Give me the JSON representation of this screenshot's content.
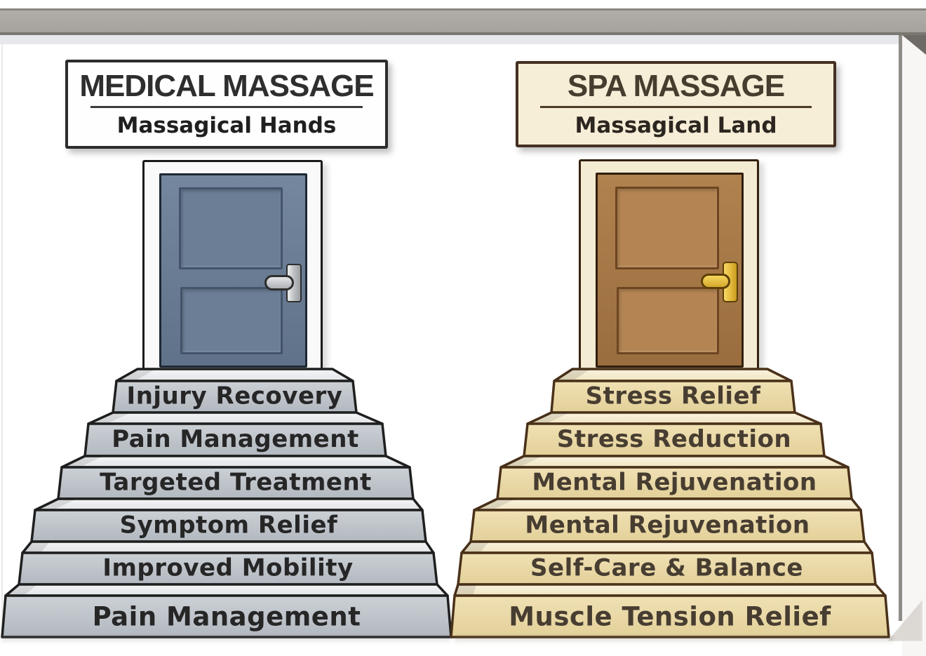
{
  "left_panel": {
    "sign": {
      "title": "MEDICAL MASSAGE",
      "subtitle": "Massagical Hands"
    },
    "door": {
      "color": "#6b7e96",
      "frame_color": "#f9f9f9",
      "handle_color": "#c9ccd0"
    },
    "steps": [
      "Injury Recovery",
      "Pain Management",
      "Targeted Treatment",
      "Symptom Relief",
      "Improved Mobility",
      "Pain Management"
    ]
  },
  "right_panel": {
    "sign": {
      "title": "SPA MASSAGE",
      "subtitle": "Massagical Land"
    },
    "door": {
      "color": "#a87a49",
      "frame_color": "#f4ebd3",
      "handle_color": "#edc84a"
    },
    "steps": [
      "Stress Relief",
      "Stress Reduction",
      "Mental Rejuvenation",
      "Mental Rejuvenation",
      "Self-Care & Balance",
      "Muscle Tension Relief"
    ]
  },
  "colors": {
    "background": "#ffffff",
    "wall_beam": "#a8a5a0",
    "left_step_front": "#c2c8ce",
    "left_step_top": "#eef0f3",
    "left_outline": "#1f1f1f",
    "left_step_text": "#262626",
    "right_step_front": "#eedfaf",
    "right_step_top": "#f8f0da",
    "right_outline": "#4a3119",
    "right_step_text": "#473d31",
    "left_sign_bg": "#fefefe",
    "right_sign_bg": "#f7eed7"
  }
}
